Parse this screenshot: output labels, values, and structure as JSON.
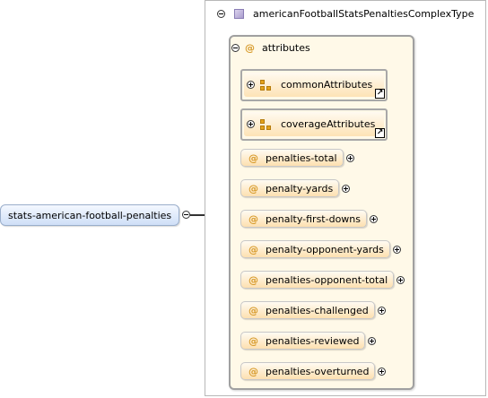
{
  "root_element": {
    "label": "stats-american-football-penalties"
  },
  "complex_type": {
    "name": "americanFootballStatsPenaltiesComplexType"
  },
  "attributes_group": {
    "label": "attributes",
    "at_symbol": "@",
    "references": [
      {
        "label": "commonAttributes"
      },
      {
        "label": "coverageAttributes"
      }
    ],
    "items": [
      {
        "label": "penalties-total"
      },
      {
        "label": "penalty-yards"
      },
      {
        "label": "penalty-first-downs"
      },
      {
        "label": "penalty-opponent-yards"
      },
      {
        "label": "penalties-opponent-total"
      },
      {
        "label": "penalties-challenged"
      },
      {
        "label": "penalties-reviewed"
      },
      {
        "label": "penalties-overturned"
      }
    ]
  },
  "colors": {
    "element_fill": "#cfdff7",
    "attribute_fill": "#fde0b0",
    "at_symbol": "#d79a2a",
    "group_background": "#fff9e8"
  },
  "icons": {
    "collapse": "minus-circle-icon",
    "expand": "plus-circle-icon",
    "complex_type": "complex-type-icon",
    "attribute_group": "attribute-group-icon",
    "reference": "reference-link-icon"
  }
}
